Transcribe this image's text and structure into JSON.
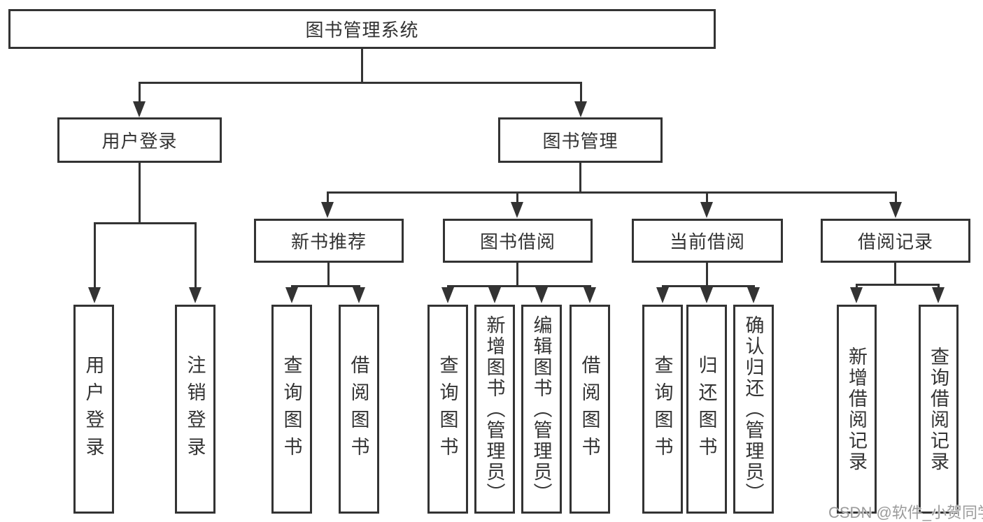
{
  "diagram": {
    "title": "图书管理系统",
    "user_branch": {
      "label": "用户登录",
      "leaves": [
        "用户登录",
        "注销登录"
      ]
    },
    "book_branch": {
      "label": "图书管理",
      "groups": [
        {
          "label": "新书推荐",
          "leaves": [
            "查询图书",
            "借阅图书"
          ]
        },
        {
          "label": "图书借阅",
          "leaves": [
            "查询图书",
            "新增图书（管理员）",
            "编辑图书（管理员）",
            "借阅图书"
          ]
        },
        {
          "label": "当前借阅",
          "leaves": [
            "查询图书",
            "归还图书",
            "确认归还（管理员）"
          ]
        },
        {
          "label": "借阅记录",
          "leaves": [
            "新增借阅记录",
            "查询借阅记录"
          ]
        }
      ]
    },
    "watermark": "CSDN @软件_小贺同学",
    "colors": {
      "line": "#333333",
      "text": "#333333",
      "watermark": "#9b9b9b",
      "background": "#ffffff"
    }
  }
}
